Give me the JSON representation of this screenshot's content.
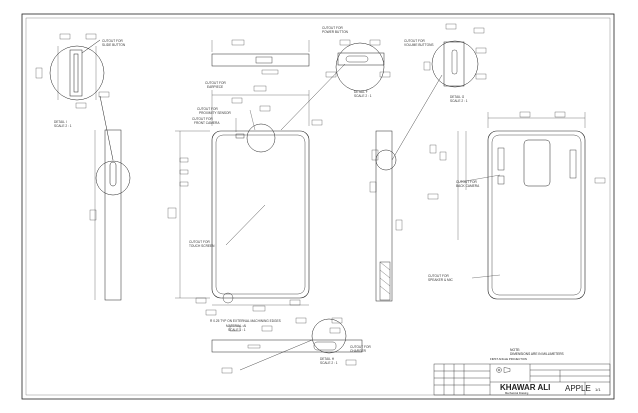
{
  "drawing": {
    "note_title": "NOTE:",
    "note_body": "DIMENSIONS ARE IN MILLIMETERS",
    "projection_label": "FIRST ANGLE PROJECTION",
    "designer_name": "KHAWAR ALI",
    "designer_subtitle": "Mechanical Drawing",
    "part_name": "APPLE",
    "sheet_id": "1/1"
  },
  "icons": {
    "projection_symbol": "first-angle-projection-icon"
  }
}
